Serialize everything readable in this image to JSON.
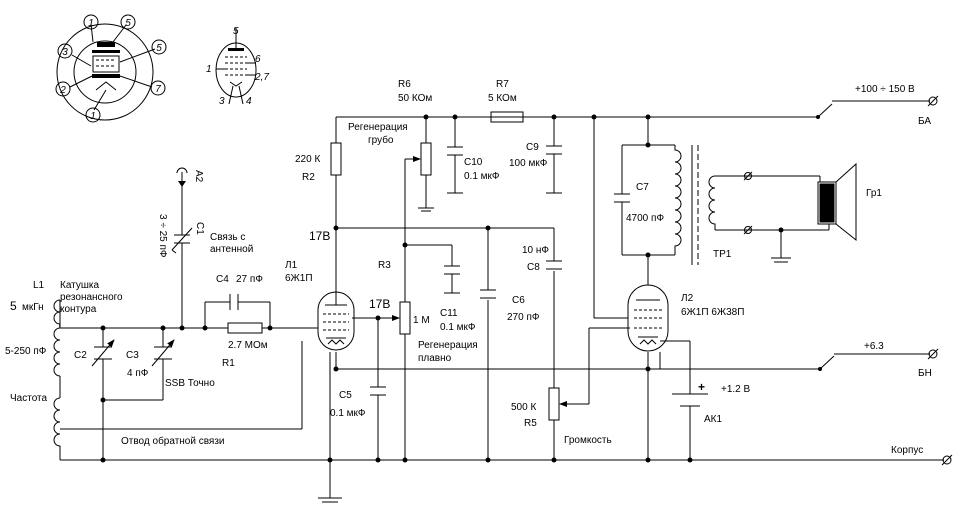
{
  "pinout": {
    "pin1a": "1",
    "pin5a": "5",
    "pin3": "3",
    "pin5b": "5",
    "pin2": "2",
    "pin7": "7",
    "pin1b": "1",
    "s_5": "5",
    "s_1": "1",
    "s_6": "6",
    "s_27": "2,7",
    "s_3": "3",
    "s_4": "4"
  },
  "labels": {
    "a2": "A2",
    "c1_value": "3 ÷ 25 пФ",
    "c1": "C1",
    "antenna_coupling_1": "Связь с",
    "antenna_coupling_2": "антенной",
    "l1": "L1",
    "l1_value": "5",
    "l1_unit": "мкГн",
    "coil_1": "Катушка",
    "coil_2": "резонансного",
    "coil_3": "контура",
    "c2_range": "5-250 пФ",
    "c2": "C2",
    "c3": "C3",
    "c3_value": "4 пФ",
    "ssb": "SSB Точно",
    "freq": "Частота",
    "c4": "C4",
    "c4_value": "27 пФ",
    "r1_value": "2.7 МОм",
    "r1": "R1",
    "feedback_tap": "Отвод обратной связи",
    "r2_value": "220 К",
    "r2": "R2",
    "v17a": "17В",
    "l1_tube": "Л1",
    "l1_tube_type": "6Ж1П",
    "v17b": "17В",
    "c5": "C5",
    "c5_value": "0.1 мкФ",
    "r6": "R6",
    "r6_value": "50 КОм",
    "regen_coarse_1": "Регенерация",
    "regen_coarse_2": "грубо",
    "c10": "C10",
    "c10_value": "0.1 мкФ",
    "r7": "R7",
    "r7_value": "5 КОм",
    "c9": "C9",
    "c9_value": "100 мкФ",
    "r3": "R3",
    "r3_value": "1 М",
    "c11": "C11",
    "c11_value": "0.1 мкФ",
    "regen_fine_1": "Регенерация",
    "regen_fine_2": "плавно",
    "c6": "C6",
    "c6_value": "270 пФ",
    "c8_value": "10 нФ",
    "c8": "C8",
    "r5_value": "500 К",
    "r5": "R5",
    "volume": "Громкость",
    "c7": "C7",
    "c7_value": "4700 пФ",
    "tp1": "ТР1",
    "gr1": "Гр1",
    "l2_tube": "Л2",
    "l2_tube_types": "6Ж1П  6Ж38П",
    "supply_plus": "+100 ÷ 150 В",
    "ba": "БА",
    "plus63": "+6.3",
    "bn": "БН",
    "plus_sign": "+",
    "v12": "+1.2 В",
    "ak1": "АК1",
    "korpus": "Корпус"
  }
}
